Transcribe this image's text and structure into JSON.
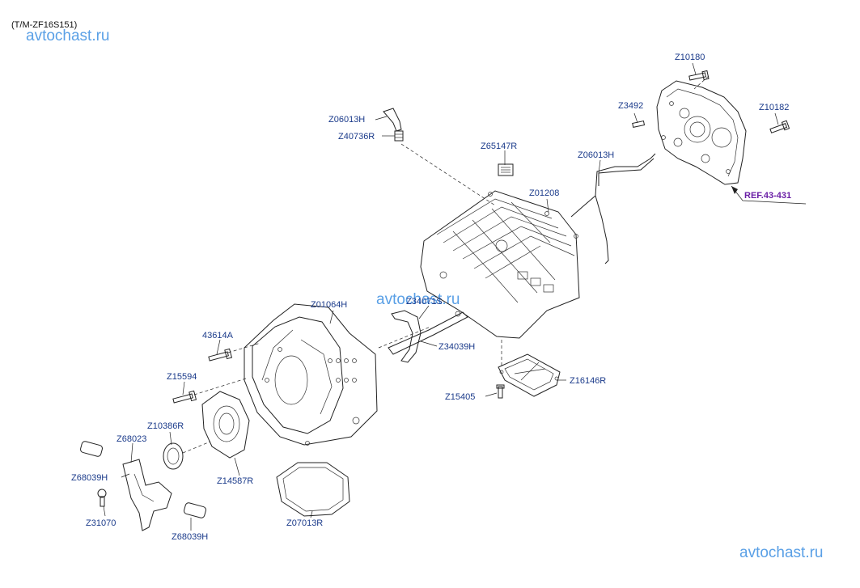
{
  "header": {
    "model": "(T/M-ZF16S151)"
  },
  "watermarks": {
    "top": "avtochast.ru",
    "center": "avtochast.ru",
    "bottom": "avtochast.ru"
  },
  "reference": {
    "label": "REF.43-431"
  },
  "colors": {
    "label": "#1a3a8a",
    "watermark": "#5aa0e6",
    "reference": "#6a1fa6",
    "line": "#222222"
  },
  "parts": [
    {
      "id": "p01",
      "label": "Z10180"
    },
    {
      "id": "p02",
      "label": "Z3492"
    },
    {
      "id": "p03",
      "label": "Z10182"
    },
    {
      "id": "p04",
      "label": "Z06013H"
    },
    {
      "id": "p05",
      "label": "Z40736R"
    },
    {
      "id": "p06",
      "label": "Z65147R"
    },
    {
      "id": "p07",
      "label": "Z06013H"
    },
    {
      "id": "p08",
      "label": "Z01208"
    },
    {
      "id": "p09",
      "label": "Z01064H"
    },
    {
      "id": "p10",
      "label": "Z34071S"
    },
    {
      "id": "p11",
      "label": "Z34039H"
    },
    {
      "id": "p12",
      "label": "43614A"
    },
    {
      "id": "p13",
      "label": "Z15594"
    },
    {
      "id": "p14",
      "label": "Z16146R"
    },
    {
      "id": "p15",
      "label": "Z15405"
    },
    {
      "id": "p16",
      "label": "Z10386R"
    },
    {
      "id": "p17",
      "label": "Z68023"
    },
    {
      "id": "p18",
      "label": "Z68039H"
    },
    {
      "id": "p19",
      "label": "Z14587R"
    },
    {
      "id": "p20",
      "label": "Z31070"
    },
    {
      "id": "p21",
      "label": "Z07013R"
    },
    {
      "id": "p22",
      "label": "Z68039H"
    }
  ]
}
